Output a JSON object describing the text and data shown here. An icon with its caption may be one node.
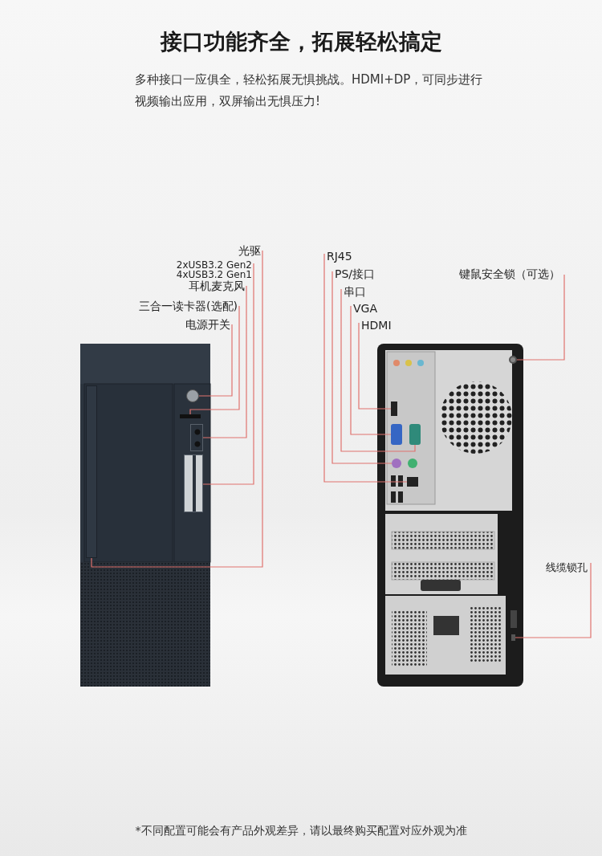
{
  "diagram": {
    "title": "接口功能齐全，拓展轻松搞定",
    "caption": "*不同配置可能会有产品外观差异，请以最终购买配置对应外观为准",
    "labels": [
      "多种接口一应俱全，轻松拓展无惧挑战。HDMI+DP，可同步进行视频输出应用，双屏输出无惧压力!"
    ],
    "nodes": [
      {
        "text": [
          "光驱"
        ]
      },
      {
        "text": [
          "2xUSB3.2 Gen2",
          "4xUSB3.2 Gen1"
        ]
      },
      {
        "text": [
          "耳机麦克风"
        ]
      },
      {
        "text": [
          "三合一读卡器(选配)"
        ]
      },
      {
        "text": [
          "电源开关"
        ]
      },
      {
        "text": [
          "RJ45"
        ]
      },
      {
        "text": [
          "PS/接口"
        ]
      },
      {
        "text": [
          "串口"
        ]
      },
      {
        "text": [
          "VGA"
        ]
      },
      {
        "text": [
          "HDMI"
        ]
      },
      {
        "text": [
          "键鼠安全锁（可选）"
        ]
      },
      {
        "text": [
          "线缆锁孔"
        ]
      },
      {
        "text": [],
        "shape": "box"
      },
      {
        "text": [],
        "shape": "box"
      },
      {
        "text": [],
        "shape": "box"
      },
      {
        "text": [],
        "shape": "box"
      },
      {
        "text": [],
        "shape": "circle"
      },
      {
        "text": [],
        "shape": "box"
      },
      {
        "text": [],
        "shape": "circle"
      },
      {
        "text": [],
        "shape": "box"
      },
      {
        "text": [],
        "shape": "box"
      },
      {
        "text": [],
        "shape": "box"
      },
      {
        "text": [],
        "shape": "circle"
      },
      {
        "text": [],
        "shape": "box"
      }
    ],
    "edges": [
      {
        "from": 0,
        "to": 12,
        "arrow": "none"
      },
      {
        "from": 1,
        "to": 13,
        "arrow": "none"
      },
      {
        "from": 2,
        "to": 14,
        "arrow": "none"
      },
      {
        "from": 3,
        "to": 15,
        "arrow": "none"
      },
      {
        "from": 4,
        "to": 16,
        "arrow": "none"
      },
      {
        "from": 5,
        "to": 17,
        "arrow": "none"
      },
      {
        "from": 6,
        "to": 18,
        "arrow": "none"
      },
      {
        "from": 7,
        "to": 19,
        "arrow": "none"
      },
      {
        "from": 8,
        "to": 20,
        "arrow": "none"
      },
      {
        "from": 9,
        "to": 21,
        "arrow": "none"
      },
      {
        "from": 10,
        "to": 22,
        "arrow": "none"
      },
      {
        "from": 11,
        "to": 23,
        "arrow": "none"
      }
    ]
  }
}
